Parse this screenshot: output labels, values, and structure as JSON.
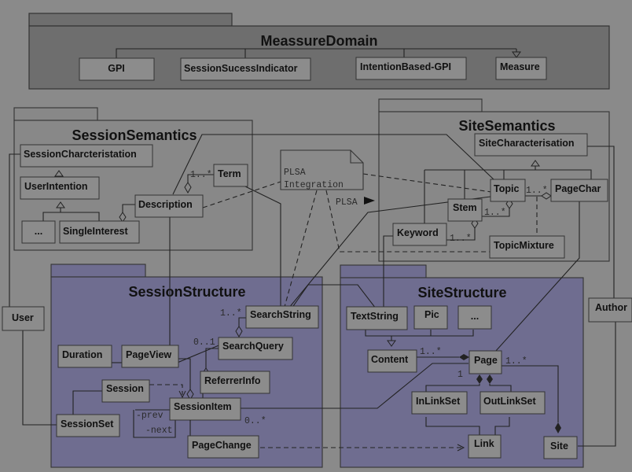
{
  "colors": {
    "background": "#8a8a8a",
    "semantic_package_fill": "#888888",
    "measure_package_fill": "#6e6e6e",
    "structure_package_fill": "#6f6d90",
    "class_fill": "#8c8c8c",
    "line": "#222222"
  },
  "packages": {
    "measure_domain": {
      "title": "MeassureDomain",
      "classes": [
        "GPI",
        "SessionSucessIndicator",
        "IntentionBased-GPI",
        "Measure"
      ]
    },
    "session_semantics": {
      "title": "SessionSemantics",
      "classes": [
        "SessionCharcteristation",
        "UserIntention",
        "...",
        "SingleInterest",
        "Description",
        "Term"
      ]
    },
    "site_semantics": {
      "title": "SiteSemantics",
      "classes": [
        "SiteCharacterisation",
        "Topic",
        "PageChar",
        "Stem",
        "Keyword",
        "TopicMixture"
      ]
    },
    "session_structure": {
      "title": "SessionStructure",
      "classes": [
        "SearchString",
        "SearchQuery",
        "Duration",
        "PageView",
        "ReferrerInfo",
        "Session",
        "SessionItem",
        "SessionSet",
        "PageChange"
      ]
    },
    "site_structure": {
      "title": "SiteStructure",
      "classes": [
        "TextString",
        "Pic",
        "...",
        "Content",
        "Page",
        "InLinkSet",
        "OutLinkSet",
        "Link",
        "Site"
      ]
    }
  },
  "external_classes": {
    "user": "User",
    "author": "Author"
  },
  "note": {
    "line1": "PLSA",
    "line2": "Integration"
  },
  "labels": {
    "plsa": "PLSA",
    "term_mult": "1..*",
    "topic_pagechar_mult": "1..*",
    "stem_topic_mult": "1..*",
    "keyword_stem_mult": "1..*",
    "searchstring_mult": "1..*",
    "searchquery_mult": "0..1",
    "sessionitem_mult": "0..*",
    "content_mult": "1..*",
    "page_mult_one": "1",
    "page_site_mult": "1..*",
    "prev": "-prev",
    "next": "-next"
  }
}
